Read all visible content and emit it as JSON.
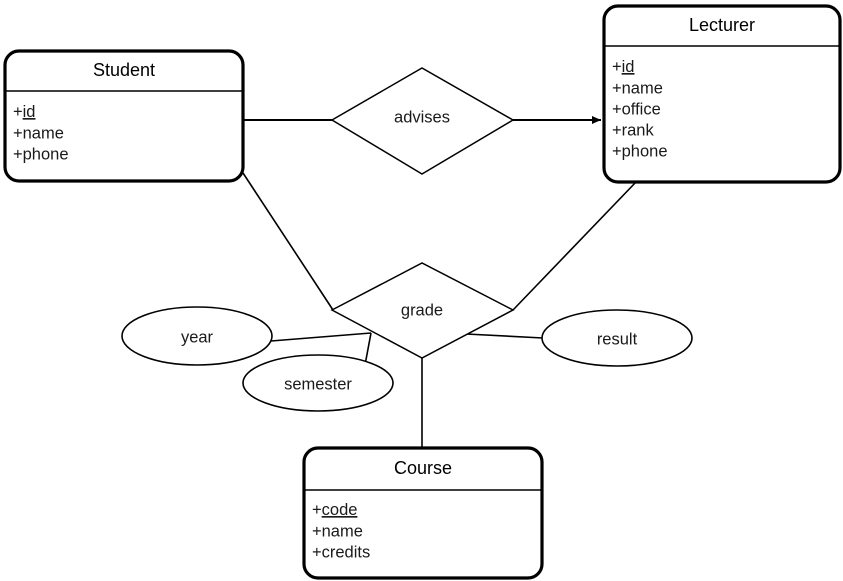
{
  "diagram": {
    "type": "entity-relationship-diagram",
    "background_color": "#ffffff",
    "line_color": "#000000",
    "text_color": "#1a1a1a"
  },
  "entities": [
    {
      "id": "student",
      "name": "Student",
      "attributes": [
        {
          "label": "+id",
          "prefix": "+",
          "field": "id",
          "primary_key": true
        },
        {
          "label": "+name",
          "prefix": "+",
          "field": "name",
          "primary_key": false
        },
        {
          "label": "+phone",
          "prefix": "+",
          "field": "phone",
          "primary_key": false
        }
      ]
    },
    {
      "id": "lecturer",
      "name": "Lecturer",
      "attributes": [
        {
          "label": "+id",
          "prefix": "+",
          "field": "id",
          "primary_key": true
        },
        {
          "label": "+name",
          "prefix": "+",
          "field": "name",
          "primary_key": false
        },
        {
          "label": "+office",
          "prefix": "+",
          "field": "office",
          "primary_key": false
        },
        {
          "label": "+rank",
          "prefix": "+",
          "field": "rank",
          "primary_key": false
        },
        {
          "label": "+phone",
          "prefix": "+",
          "field": "phone",
          "primary_key": false
        }
      ]
    },
    {
      "id": "course",
      "name": "Course",
      "attributes": [
        {
          "label": "+code",
          "prefix": "+",
          "field": "code",
          "primary_key": true
        },
        {
          "label": "+name",
          "prefix": "+",
          "field": "name",
          "primary_key": false
        },
        {
          "label": "+credits",
          "prefix": "+",
          "field": "credits",
          "primary_key": false
        }
      ]
    }
  ],
  "relationships": [
    {
      "id": "advises",
      "label": "advises",
      "from": "Student",
      "to": "Lecturer",
      "directed": true
    },
    {
      "id": "grade",
      "label": "grade",
      "connects": [
        "Student",
        "Lecturer",
        "Course"
      ],
      "directed": false,
      "attributes": [
        "year",
        "semester",
        "result"
      ]
    }
  ],
  "relationship_attributes": [
    {
      "id": "year",
      "label": "year",
      "belongs_to": "grade"
    },
    {
      "id": "semester",
      "label": "semester",
      "belongs_to": "grade"
    },
    {
      "id": "result",
      "label": "result",
      "belongs_to": "grade"
    }
  ]
}
